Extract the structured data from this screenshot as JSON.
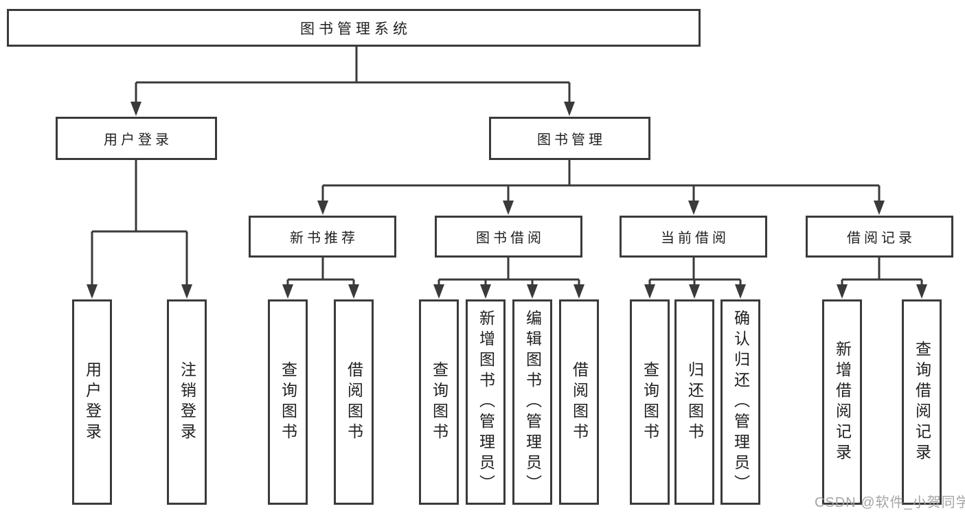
{
  "diagram": {
    "type": "hierarchy-tree",
    "orientation": "top-down",
    "colors": {
      "line": "#3a3a3a",
      "box_border": "#3a3a3a",
      "box_fill": "#ffffff",
      "text": "#1f1f1f",
      "watermark": "#a0a0a0",
      "background": "#ffffff"
    }
  },
  "tree": {
    "root": {
      "label": "图书管理系统"
    },
    "children": [
      {
        "label": "用户登录",
        "children": [
          {
            "label": "用户登录"
          },
          {
            "label": "注销登录"
          }
        ]
      },
      {
        "label": "图书管理",
        "children": [
          {
            "label": "新书推荐",
            "children": [
              {
                "label": "查询图书"
              },
              {
                "label": "借阅图书"
              }
            ]
          },
          {
            "label": "图书借阅",
            "children": [
              {
                "label": "查询图书"
              },
              {
                "label": "新增图书（管理员）"
              },
              {
                "label": "编辑图书（管理员）"
              },
              {
                "label": "借阅图书"
              }
            ]
          },
          {
            "label": "当前借阅",
            "children": [
              {
                "label": "查询图书"
              },
              {
                "label": "归还图书"
              },
              {
                "label": "确认归还（管理员）"
              }
            ]
          },
          {
            "label": "借阅记录",
            "children": [
              {
                "label": "新增借阅记录"
              },
              {
                "label": "查询借阅记录"
              }
            ]
          }
        ]
      }
    ]
  },
  "watermark": {
    "text": "CSDN @软件_小贺同学"
  }
}
